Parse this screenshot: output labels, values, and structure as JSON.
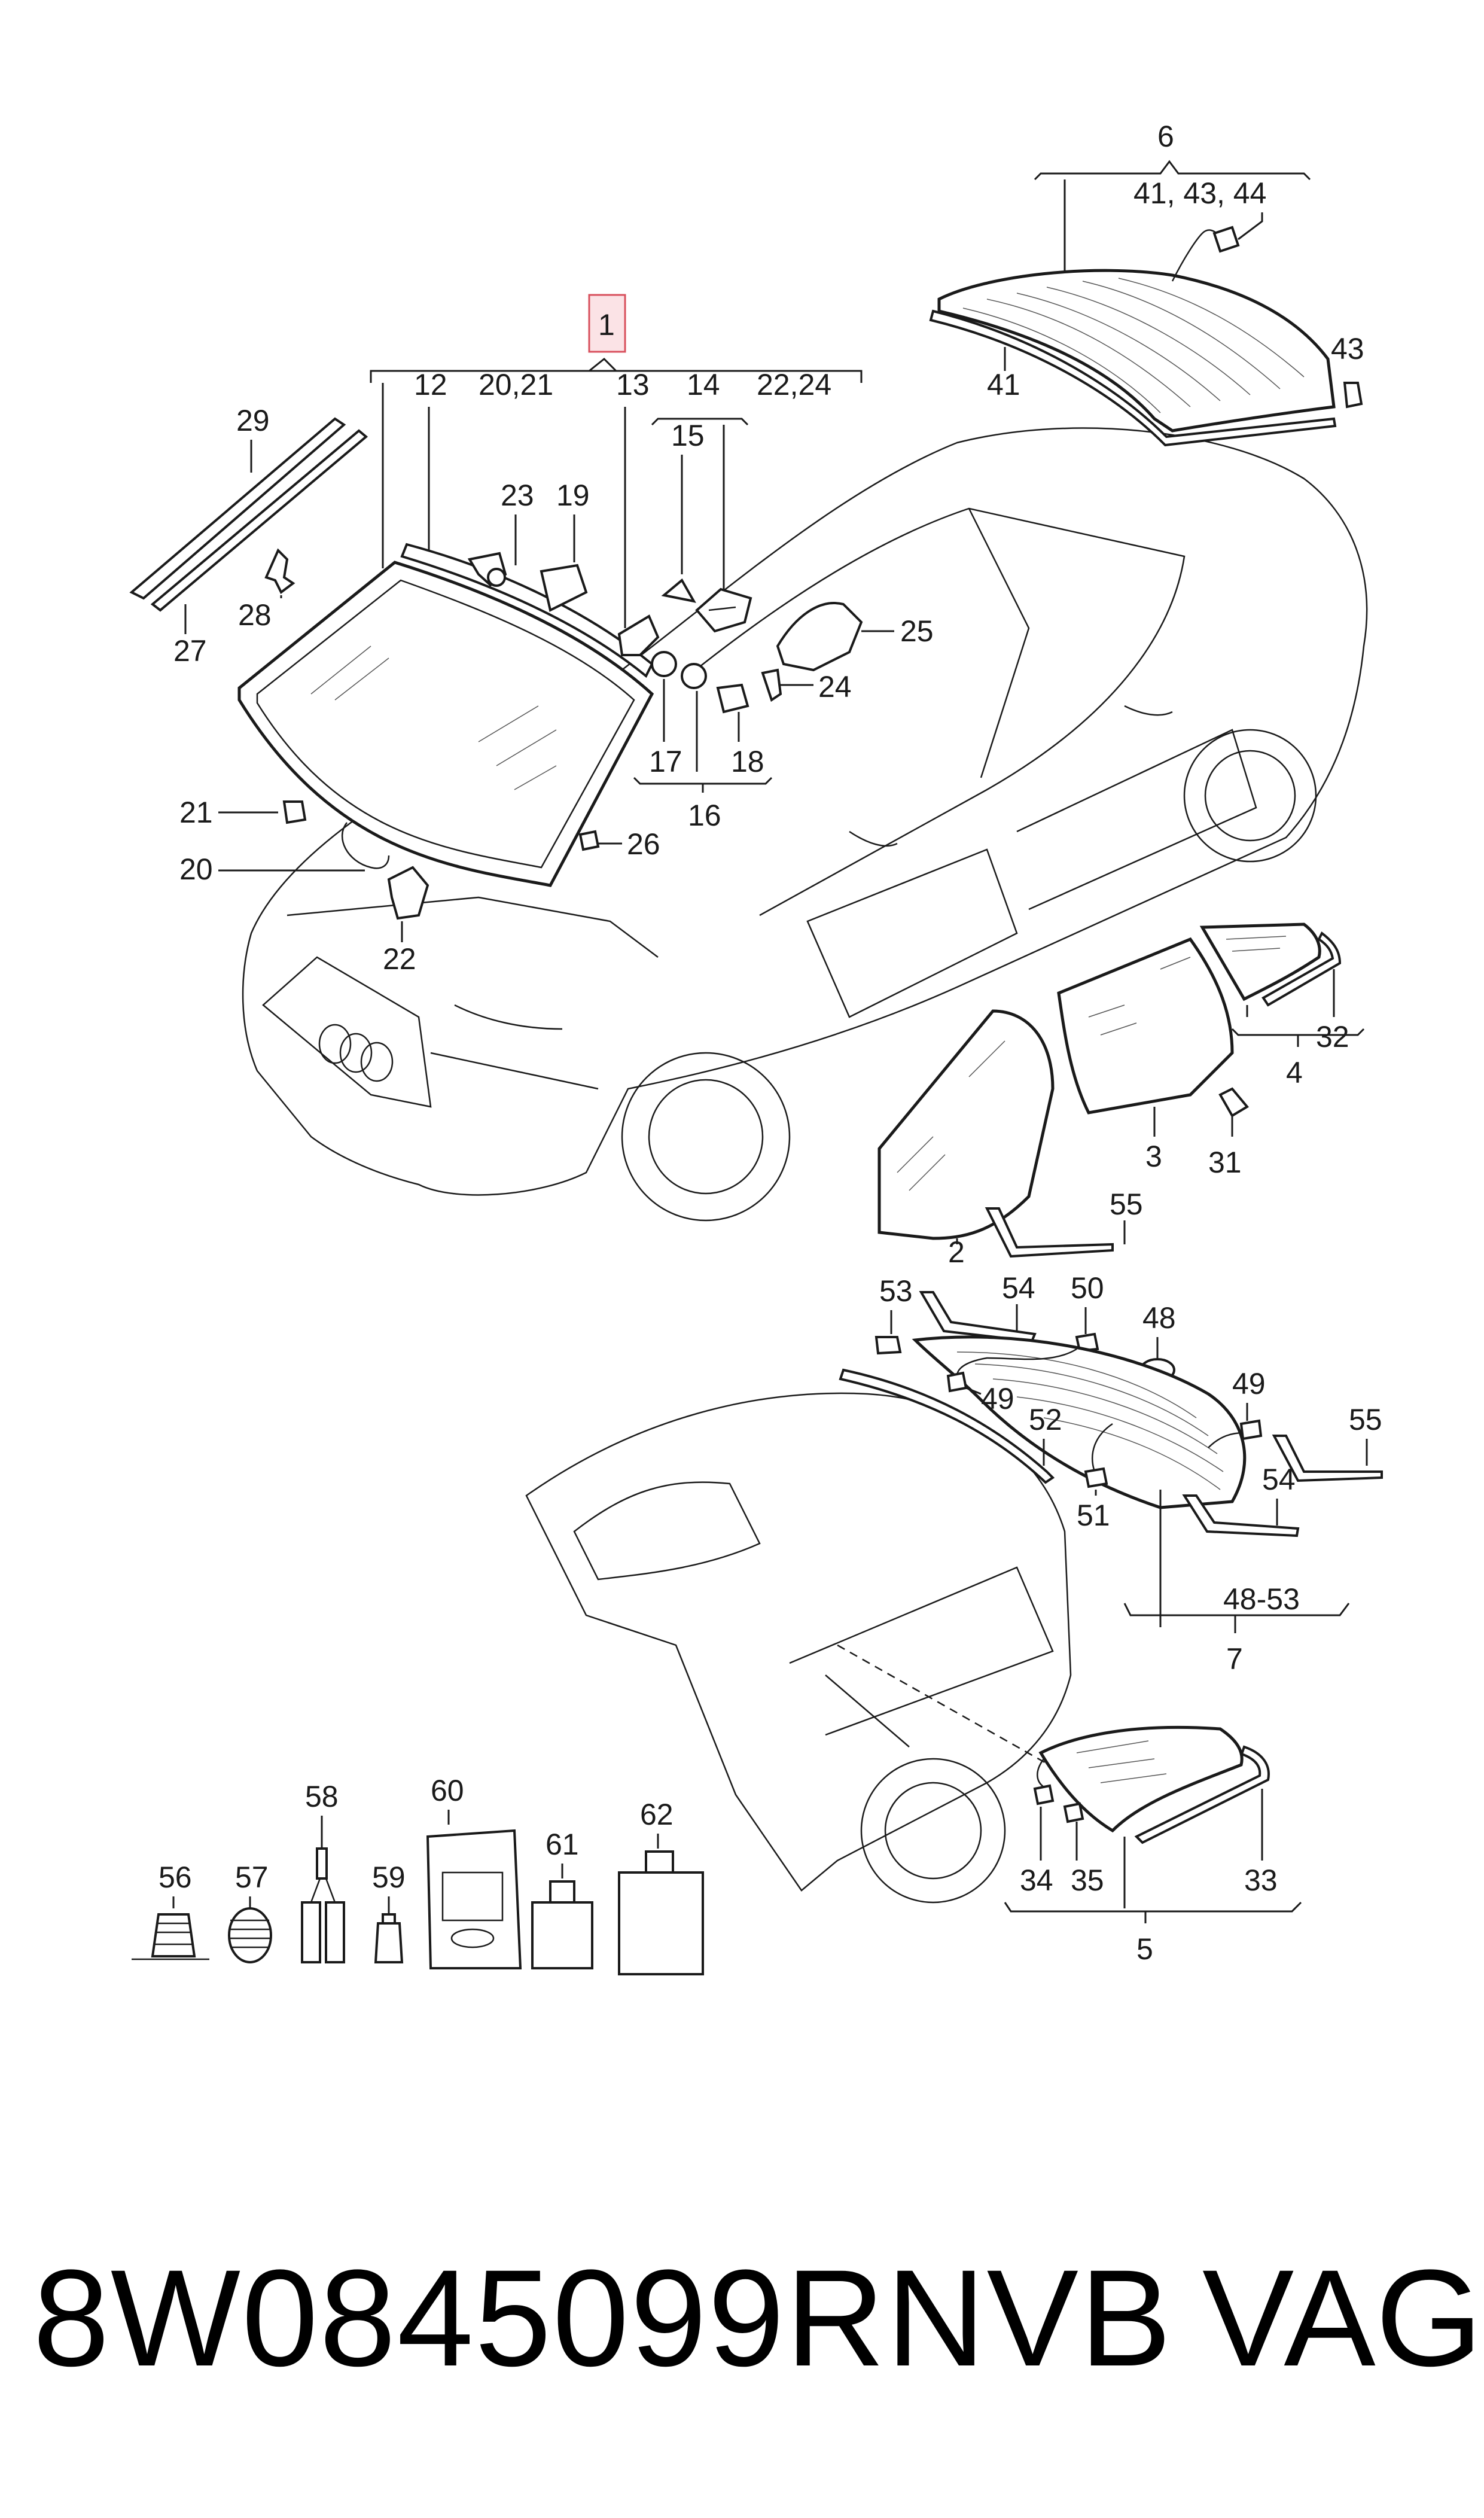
{
  "footer": {
    "part_number": "8W0845099RNVB",
    "brand": "VAG"
  },
  "callouts": {
    "c1": "1",
    "c2": "2",
    "c3": "3",
    "c4": "4",
    "c5": "5",
    "c6": "6",
    "c7": "7",
    "c12": "12",
    "c13": "13",
    "c14": "14",
    "c15": "15",
    "c16": "16",
    "c17": "17",
    "c18": "18",
    "c19": "19",
    "c20": "20",
    "c20_21": "20,21",
    "c21": "21",
    "c22": "22",
    "c22_24": "22,24",
    "c23": "23",
    "c24": "24",
    "c25": "25",
    "c26": "26",
    "c27": "27",
    "c28": "28",
    "c29": "29",
    "c31": "31",
    "c32": "32",
    "c33": "33",
    "c34": "34",
    "c35": "35",
    "c41": "41",
    "c41_43_44": "41, 43, 44",
    "c43": "43",
    "c48": "48",
    "c48_53": "48-53",
    "c49a": "49",
    "c49b": "49",
    "c50": "50",
    "c51": "51",
    "c52": "52",
    "c53": "53",
    "c54a": "54",
    "c54b": "54",
    "c55a": "55",
    "c55b": "55",
    "c56": "56",
    "c57": "57",
    "c58": "58",
    "c59": "59",
    "c60": "60",
    "c61": "61",
    "c62": "62"
  },
  "highlight": {
    "selected_callout": "1",
    "color": "#d8505d"
  },
  "colors": {
    "line": "#1a1a1a",
    "background": "#ffffff"
  }
}
